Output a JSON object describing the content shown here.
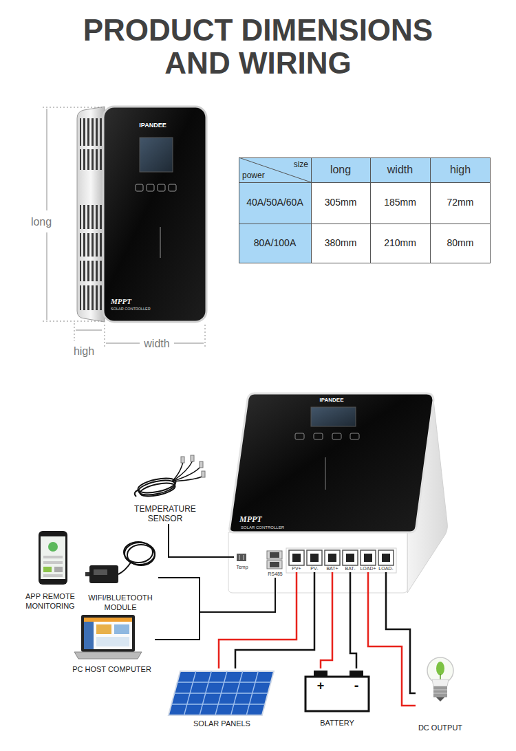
{
  "diagram": {
    "title": "PRODUCT DIMENSIONS AND WIRING",
    "nodes": [
      {
        "text": [
          "IPANDEE",
          "MPPT",
          "SOLAR CONTROLLER"
        ]
      },
      {
        "text": [
          "TEMPERATURE SENSOR"
        ]
      },
      {
        "text": [
          "APP REMOTE MONITORING"
        ]
      },
      {
        "text": [
          "WIFI/BLUETOOTH MODULE"
        ]
      },
      {
        "text": [
          "PC HOST COMPUTER"
        ]
      },
      {
        "text": [
          "IPANDEE",
          "MPPT",
          "SOLAR CONTROLLER"
        ]
      },
      {
        "text": [
          "Temp"
        ],
        "in": 5
      },
      {
        "text": [
          "RS485"
        ],
        "in": 5
      },
      {
        "text": [
          "PV+"
        ],
        "in": 5
      },
      {
        "text": [
          "PV-"
        ],
        "in": 5
      },
      {
        "text": [
          "BAT+"
        ],
        "in": 5
      },
      {
        "text": [
          "BAT-"
        ],
        "in": 5
      },
      {
        "text": [
          "LOAD+"
        ],
        "in": 5
      },
      {
        "text": [
          "LOAD-"
        ],
        "in": 5
      },
      {
        "text": [
          "SOLAR PANELS"
        ]
      },
      {
        "text": [
          "+",
          "-",
          "BATTERY"
        ]
      },
      {
        "text": [
          "DC OUTPUT"
        ]
      }
    ],
    "edges": [
      {
        "from": 1,
        "to": 6,
        "arrow": "none"
      },
      {
        "from": 3,
        "to": 7,
        "arrow": "none"
      },
      {
        "from": 4,
        "to": 7,
        "arrow": "none"
      },
      {
        "from": 8,
        "to": 14,
        "arrow": "none"
      },
      {
        "from": 9,
        "to": 14,
        "arrow": "none"
      },
      {
        "from": 10,
        "to": 15,
        "arrow": "none"
      },
      {
        "from": 11,
        "to": 15,
        "arrow": "none"
      },
      {
        "from": 12,
        "to": 16,
        "arrow": "none"
      },
      {
        "from": 13,
        "to": 16,
        "arrow": "none"
      }
    ],
    "labels": [
      "long",
      "width",
      "high",
      "size",
      "power",
      "long",
      "width",
      "high",
      "40A/50A/60A",
      "305mm",
      "185mm",
      "72mm",
      "80A/100A",
      "380mm",
      "210mm",
      "80mm"
    ]
  }
}
